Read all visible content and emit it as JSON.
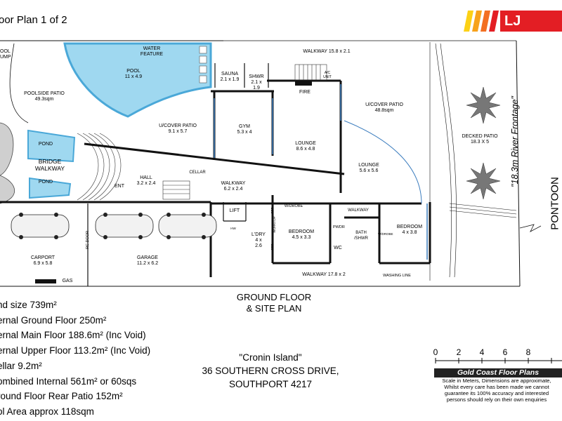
{
  "header": {
    "title": "oor Plan 1 of 2",
    "brand": "LJ Hooker",
    "brand_colors": [
      "#e31e24",
      "#f7a21b",
      "#fcd116",
      "#f36f21"
    ]
  },
  "rooms": {
    "water_feature": [
      "WATER",
      "FEATURE"
    ],
    "pool": [
      "POOL",
      "11 x 4.9"
    ],
    "poolside_patio": [
      "POOLSIDE PATIO",
      "49.3sqm"
    ],
    "sauna": [
      "SAUNA",
      "2.1 x 1.9"
    ],
    "shwr_top": [
      "SHWR",
      "2.1 x",
      "1.9"
    ],
    "walkway_top": [
      "WALKWAY 15.8 x 2.1"
    ],
    "ac_unit": [
      "A/C",
      "UNIT"
    ],
    "fire": [
      "FIRE"
    ],
    "ucover_patio_right": [
      "U/COVER PATIO",
      "48.8sqm"
    ],
    "gym": [
      "GYM",
      "5.3 x 4"
    ],
    "ucover_patio_left": [
      "U/COVER PATIO",
      "9.1 x 5.7"
    ],
    "lounge_1": [
      "LOUNGE",
      "8.6 x 4.8"
    ],
    "lounge_2": [
      "LOUNGE",
      "5.6 x 5.6"
    ],
    "decked_patio": [
      "DECKED PATIO",
      "18.3 X 5"
    ],
    "pond_1": [
      "POND"
    ],
    "bridge_walkway": [
      "BRIDGE",
      "WALKWAY"
    ],
    "pond_2": [
      "POND"
    ],
    "cellar": [
      "CELLAR"
    ],
    "hall": [
      "HALL",
      "3.2 x 2.4"
    ],
    "ent": [
      "ENT"
    ],
    "walkway_mid": [
      "WALKWAY",
      "6.2 x 2.4"
    ],
    "wdrobe": [
      "W/DROBE"
    ],
    "walkway_right": [
      "WALKWAY"
    ],
    "lift": [
      "LIFT"
    ],
    "bedroom_1": [
      "BEDROOM",
      "4.5 x 3.3"
    ],
    "bedroom_2": [
      "BEDROOM",
      "4 x 3.8"
    ],
    "ldry": [
      "L'DRY",
      "4 x",
      "2.6"
    ],
    "pwdr": [
      "PWDR"
    ],
    "bath_shwr": [
      "BATH",
      "/SHWR"
    ],
    "wc": [
      "WC"
    ],
    "wdrobe_2": [
      "W/DROBE"
    ],
    "carport": [
      "CARPORT",
      "6.9 x 5.8"
    ],
    "garage": [
      "GARAGE",
      "11.2 x 6.2"
    ],
    "rc_door": [
      "RC DOOR"
    ],
    "gas": [
      "GAS"
    ],
    "walkway_bottom": [
      "WALKWAY 17.8 x 2"
    ],
    "washing_line": [
      "WASHING LINE"
    ],
    "cbd": [
      "CBD"
    ],
    "hw": [
      "HW"
    ],
    "cupboard_a": [
      "CBD"
    ],
    "worktop": [
      "WORKTOP"
    ],
    "pool_pump": [
      "OOL",
      "UMP"
    ]
  },
  "site": {
    "title_line1": "GROUND FLOOR",
    "title_line2": "& SITE PLAN",
    "frontage": "\"18.3m River Frontage\"",
    "pontoon": "PONTOON"
  },
  "stats": [
    "nd size 739m²",
    "ernal Ground Floor 250m²",
    "ernal Main Floor 188.6m² (Inc Void)",
    "ernal Upper Floor 113.2m² (Inc Void)",
    "ellar 9.2m²",
    "ombined Internal 561m² or 60sqs",
    "round Floor Rear Patio 152m²",
    "ol Area approx 118sqm"
  ],
  "address": {
    "name": "\"Cronin Island\"",
    "street": "36 SOUTHERN CROSS DRIVE,",
    "suburb": "SOUTHPORT 4217"
  },
  "scale": {
    "ticks": [
      "0",
      "2",
      "4",
      "6",
      "8"
    ],
    "company": "Gold Coast Floor Plans",
    "disclaimer": [
      "Scale in Meters, Dimensions are approximate,",
      "Whilst every care has been made we cannot",
      "guarantee its 100% accuracy and interested",
      "persons should rely on their own enquiries"
    ]
  },
  "colors": {
    "pool": "#9fd8f0",
    "pool_edge": "#4aa8d8",
    "wall": "#111111",
    "paving": "#dddddd"
  }
}
